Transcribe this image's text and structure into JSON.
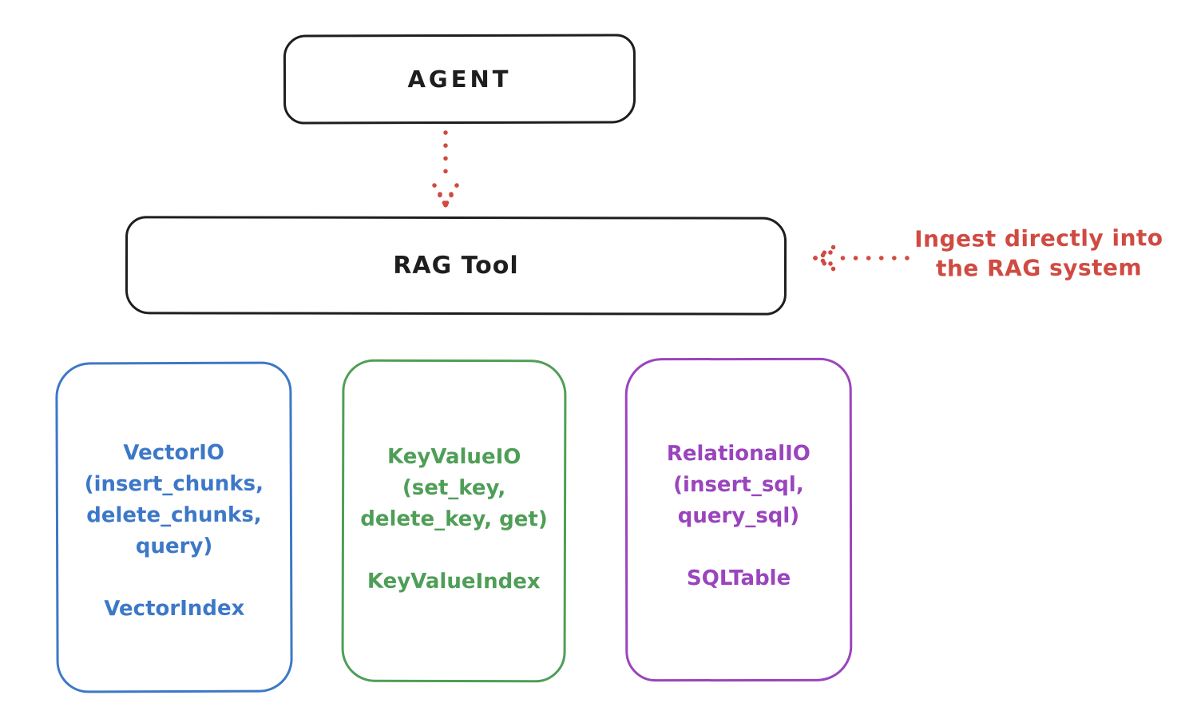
{
  "diagram": {
    "agent": {
      "label": "AGENT"
    },
    "rag_tool": {
      "label": "RAG Tool"
    },
    "annotation": {
      "line1": "Ingest directly into",
      "line2": "the RAG system",
      "color": "#cf4b42"
    },
    "stores": [
      {
        "name": "vector-io",
        "color": "#3d78c8",
        "lines": [
          "VectorIO",
          "(insert_chunks,",
          "delete_chunks,",
          "query)"
        ],
        "index_label": "VectorIndex"
      },
      {
        "name": "keyvalue-io",
        "color": "#4f9e57",
        "lines": [
          "KeyValueIO",
          "(set_key,",
          "delete_key, get)"
        ],
        "index_label": "KeyValueIndex"
      },
      {
        "name": "relational-io",
        "color": "#9a44bd",
        "lines": [
          "RelationalIO",
          "(insert_sql,",
          "query_sql)"
        ],
        "index_label": "SQLTable"
      }
    ],
    "colors": {
      "stroke": "#1e1e1e",
      "red": "#cf4b42",
      "blue": "#3d78c8",
      "green": "#4f9e57",
      "purple": "#9a44bd",
      "background": "#ffffff"
    }
  }
}
